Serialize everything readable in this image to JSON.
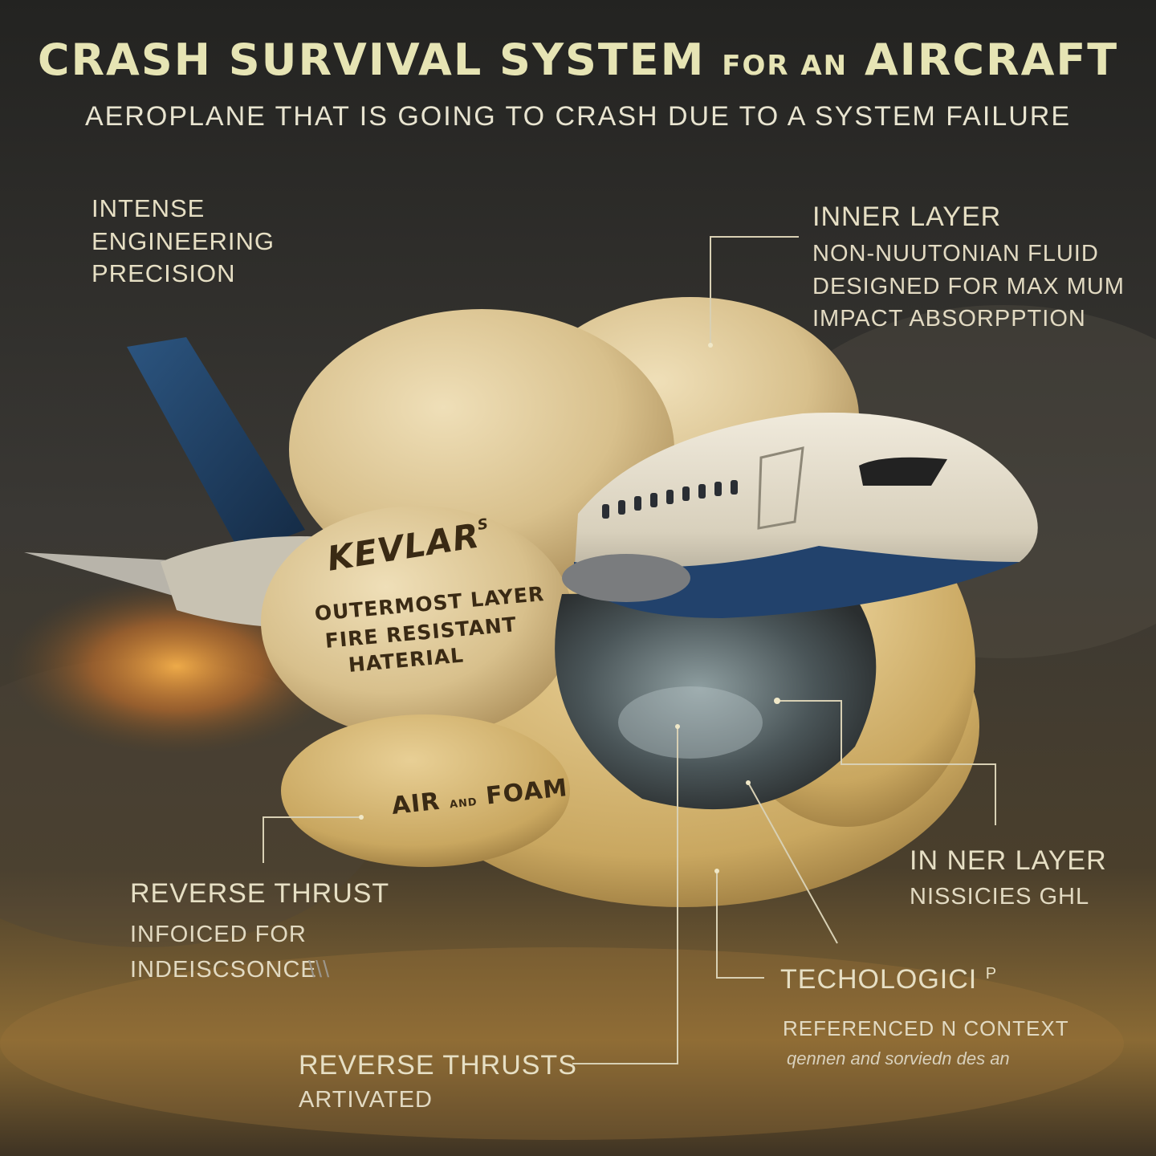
{
  "header": {
    "title_main": "CRASH SURVIVAL SYSTEM",
    "title_small": "FOR AN",
    "title_end": "AIRCRAFT",
    "subtitle": "AEROPLANE THAT IS GOING TO CRASH DUE TO A SYSTEM FAILURE"
  },
  "labels": {
    "precision": [
      "INTENSE",
      "ENGINEERING",
      "PRECISION"
    ],
    "inner_layer_top": {
      "heading": "INNER LAYER",
      "lines": [
        "NON-NUUTONIAN FLUID",
        "DESIGNED FOR MAX MUM",
        "IMPACT ABSORPPTION"
      ]
    },
    "kevlar": {
      "heading": "KEVLAR",
      "mark": "s",
      "lines": [
        "OUTERMOST LAYER",
        "FIRE RESISTANT",
        "HATERIAL"
      ]
    },
    "air_foam": {
      "left": "AIR",
      "mid": "AND",
      "right": "FOAM"
    },
    "reverse_thrust": {
      "heading": "REVERSE THRUST",
      "lines": [
        "INFOICED FOR",
        "INDEISCSONCE"
      ],
      "mark": "\\\\\\"
    },
    "inner_layer_bottom": {
      "heading": "IN NER LAYER",
      "line": "NISSICIES GHL"
    },
    "techologic": {
      "heading": "TECHOLOGICI",
      "mark": "P"
    },
    "referenced": {
      "heading": "REFERENCED N CONTEXT",
      "caption": "qennen and sorviedn des an"
    },
    "reverse_thrusts": {
      "heading": "REVERSE THRUSTS",
      "line": "ARTIVATED"
    }
  },
  "colors": {
    "sky_dark": "#2a2a28",
    "sky_warm": "#8a6a34",
    "cushion": "#dcc79a",
    "fuselage": "#e6dfd0",
    "tail_blue": "#24466e",
    "flame": "#e88a2e",
    "text": "#e4dcc6",
    "leader_line": "#d8d0b4"
  }
}
